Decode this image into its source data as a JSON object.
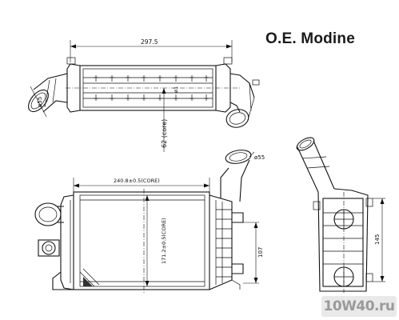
{
  "brand_label": "O.E. Modine",
  "watermark": "10W40.ru",
  "dimensions": {
    "top_length": "297.5",
    "top_pipe_dia": "ø55",
    "top_core_height": "62 (core)",
    "top_tube": "ø1",
    "side_pipe_dia": "ø55",
    "core_width": "240.8±0.5(CORE)",
    "core_height": "171.2±0.5(CORE)",
    "front_height": "107",
    "end_height": "145"
  }
}
